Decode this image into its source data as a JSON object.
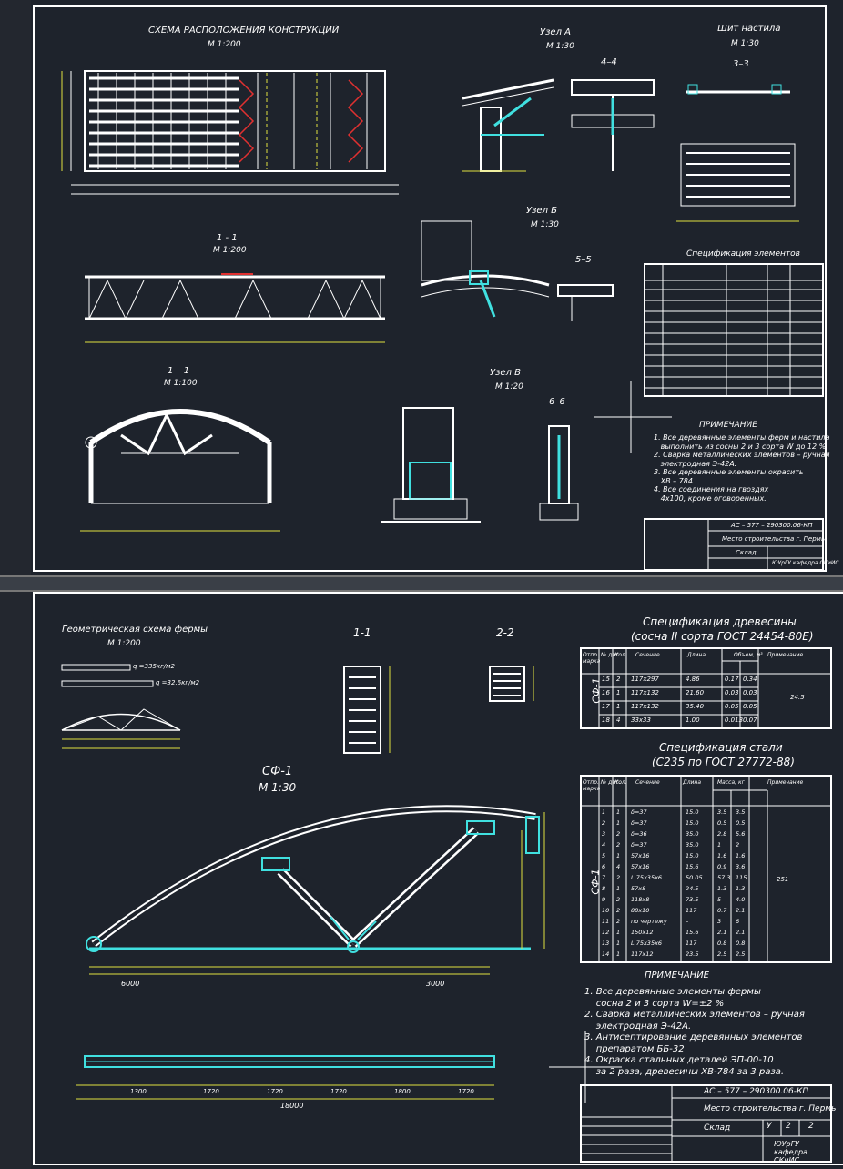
{
  "sheet1": {
    "plan_title": "СХЕМА РАСПОЛОЖЕНИЯ КОНСТРУКЦИЙ",
    "plan_scale": "М 1:200",
    "uzel_a_title": "Узел А",
    "uzel_a_scale": "М 1:30",
    "sec44": "4–4",
    "shchit_title": "Щит настила",
    "shchit_scale": "М 1:30",
    "sec33": "3–3",
    "sec11a_title": "1 - 1",
    "sec11a_scale": "М 1:200",
    "uzel_b_title": "Узел Б",
    "uzel_b_scale": "М 1:30",
    "sec55": "5–5",
    "spec_title": "Спецификация элементов",
    "sec11b_title": "1 – 1",
    "sec11b_scale": "М 1:100",
    "uzel_v_title": "Узел В",
    "uzel_v_scale": "М 1:20",
    "sec66": "6–6",
    "note_title": "ПРИМЕЧАНИЕ",
    "notes": [
      "1. Все деревянные элементы ферм и настила",
      "   выполнить из сосны 2 и 3 сорта W до 12 %",
      "2. Сварка металлических элементов – ручная",
      "   электродная Э-42А.",
      "3. Все деревянные элементы окрасить",
      "   ХВ – 784.",
      "4. Все соединения на гвоздях",
      "   4х100, кроме оговоренных."
    ],
    "stamp_code": "АС – 577 – 290300.06-КП",
    "stamp_place": "Место строительства г. Пермь",
    "stamp_object": "Склад",
    "stamp_dept": "ЮУрГУ кафедра СКиИС"
  },
  "sheet2": {
    "geom_title": "Геометрическая схема фермы",
    "geom_scale": "М 1:200",
    "load1": "q =335кг/м2",
    "load2": "q =32.6кг/м2",
    "sec11": "1-1",
    "sec22": "2-2",
    "truss_title": "СФ-1",
    "truss_scale": "М 1:30",
    "wood_spec_title": "Спецификация древесины",
    "wood_spec_sub": "(сосна II сорта ГОСТ 24454-80Е)",
    "wood_headers": [
      "Отпр. марка",
      "№ дет.",
      "Кол.",
      "Сечение",
      "Длина",
      "Объем, м³",
      "Примечание"
    ],
    "wood_mark": "СФ-1",
    "wood_rows": [
      [
        "15",
        "2",
        "117x297",
        "4.86",
        "0.17",
        "0.34"
      ],
      [
        "16",
        "1",
        "117x132",
        "21.60",
        "0.03",
        "0.03"
      ],
      [
        "17",
        "1",
        "117x132",
        "35.40",
        "0.05",
        "0.05"
      ],
      [
        "18",
        "4",
        "33x33",
        "1.00",
        "0.013",
        "0.07"
      ]
    ],
    "wood_total": "24.5",
    "steel_spec_title": "Спецификация стали",
    "steel_spec_sub": "(С235 по ГОСТ 27772-88)",
    "steel_headers": [
      "Отпр. марка",
      "№ дет.",
      "Кол.",
      "Сечение",
      "Длина",
      "Масса, кг",
      "Примечание"
    ],
    "steel_mark": "СФ-1",
    "steel_rows": [
      [
        "1",
        "1",
        "δ=37",
        "15.0",
        "3.5",
        "3.5"
      ],
      [
        "2",
        "1",
        "δ=37",
        "15.0",
        "0.5",
        "0.5"
      ],
      [
        "3",
        "2",
        "δ=36",
        "35.0",
        "2.8",
        "5.6"
      ],
      [
        "4",
        "2",
        "δ=37",
        "35.0",
        "1",
        "2"
      ],
      [
        "5",
        "1",
        "57x16",
        "15.0",
        "1.6",
        "1.6"
      ],
      [
        "6",
        "4",
        "57x16",
        "15.6",
        "0.9",
        "3.6"
      ],
      [
        "7",
        "2",
        "L 75x35x6",
        "50.05",
        "57.3",
        "115"
      ],
      [
        "8",
        "1",
        "57x8",
        "24.5",
        "1.3",
        "1.3"
      ],
      [
        "9",
        "2",
        "118x8",
        "73.5",
        "5",
        "4.0"
      ],
      [
        "10",
        "2",
        "88x10",
        "117",
        "0.7",
        "2.1"
      ],
      [
        "11",
        "2",
        "по чертежу",
        "–",
        "3",
        "6"
      ],
      [
        "12",
        "1",
        "150x12",
        "15.6",
        "2.1",
        "2.1"
      ],
      [
        "13",
        "1",
        "L 75x35x6",
        "117",
        "0.8",
        "0.8"
      ],
      [
        "14",
        "1",
        "117x12",
        "23.5",
        "2.5",
        "2.5"
      ]
    ],
    "steel_total": "251",
    "note_title": "ПРИМЕЧАНИЕ",
    "notes": [
      "1. Все деревянные элементы фермы",
      "    сосна 2 и 3 сорта W=±2 %",
      "2. Сварка металлических элементов – ручная",
      "    электродная Э-42А.",
      "3. Антисептирование деревянных элементов",
      "    препаратом ББ-32",
      "4. Окраска стальных деталей ЭП-00-10",
      "    за 2 раза, древесины ХВ-784 за 3 раза."
    ],
    "stamp_code": "АС – 577 – 290300.06-КП",
    "stamp_place": "Место строительства г. Пермь",
    "stamp_object": "Склад",
    "stamp_dept": "ЮУрГУ кафедра СКиИС",
    "stamp_sheet": [
      "У",
      "2",
      "2"
    ],
    "dims_bottom": [
      "1300",
      "1720",
      "1720",
      "1720",
      "1800",
      "1720"
    ],
    "dims_main": [
      "6000",
      "3000"
    ],
    "dim_total": "18000"
  }
}
